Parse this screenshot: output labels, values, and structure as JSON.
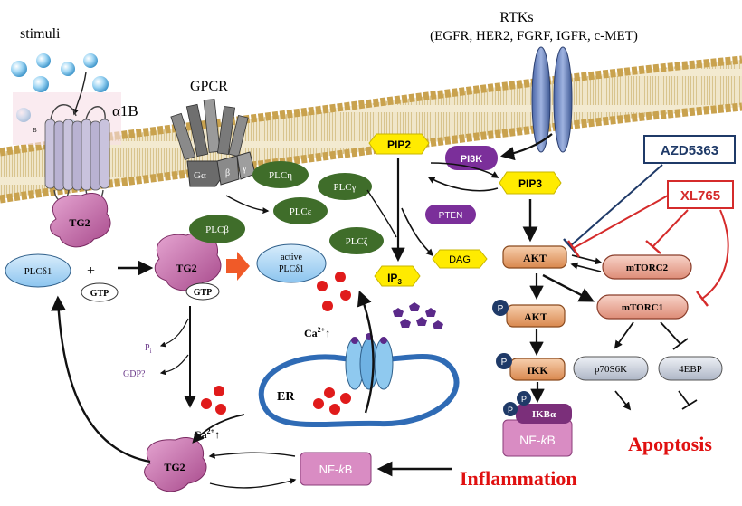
{
  "labels": {
    "stimuli": "stimuli",
    "receptor": "α1B",
    "receptor_sub": "B",
    "gpcr": "GPCR",
    "rtks": "RTKs",
    "rtk_list": "(EGFR, HER2, FGRF, IGFR, c-MET)",
    "ga": "Gα",
    "gb": "β",
    "gg": "γ",
    "plus": "+",
    "er": "ER",
    "ca_left": "Ca",
    "ca_mid": "Ca",
    "ca_sup": "2+",
    "up_arrow": "↑",
    "pi": "P",
    "pi_sub": "i",
    "gdp": "GDP?",
    "p_badge": "P"
  },
  "nodes": {
    "tg2_top": "TG2",
    "plcd1": "PLCδ1",
    "gtp_free": "GTP",
    "tg2_mid": "TG2",
    "gtp_bound": "GTP",
    "active_line1": "active",
    "active_line2": "PLCδ1",
    "tg2_bottom": "TG2",
    "nfkb_bottom": "NF-",
    "nfkb_bottom_k": "k",
    "nfkb_bottom_b": "B",
    "plc_eta": "PLCη",
    "plc_gamma": "PLCγ",
    "plc_epsilon": "PLCε",
    "plc_beta": "PLCβ",
    "plc_zeta": "PLCζ",
    "pip2": "PIP2",
    "pi3k": "PI3K",
    "pip3": "PIP3",
    "pten": "PTEN",
    "dag": "DAG",
    "ip3": "IP",
    "ip3_sub": "3",
    "akt": "AKT",
    "pakt": "AKT",
    "ikk": "IKK",
    "ikba": "IKBα",
    "nfkb_right": "NF-",
    "nfkb_right_k": "k",
    "nfkb_right_b": "B",
    "mtorc2": "mTORC2",
    "mtorc1": "mTORC1",
    "p70s6k": "p70S6K",
    "ebp4": "4EBP"
  },
  "inhibitors": {
    "azd": "AZD5363",
    "xl": "XL765"
  },
  "outcomes": {
    "inflammation": "Inflammation",
    "apoptosis": "Apoptosis"
  },
  "colors": {
    "membrane_head": "#c9a24e",
    "membrane_tail": "#e8d9a8",
    "tg2": "#c86aa8",
    "plc_green": "#3f6d2a",
    "pip_yellow": "#ffeb00",
    "pi3k_purple": "#7b2f9a",
    "akt_orange": "#e8a470",
    "mtor_pink": "#e9a796",
    "light_blue": "#a9d4f5",
    "azd_navy": "#1f3a68",
    "xl_red": "#d52b2b",
    "outcome_red": "#e01010"
  }
}
